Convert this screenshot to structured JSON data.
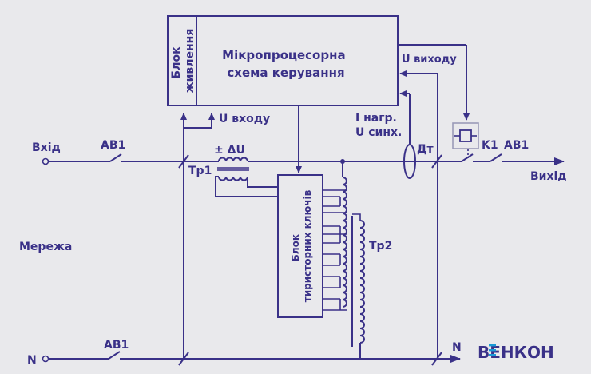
{
  "labels": {
    "mcu": [
      "Мікропроцесорна",
      "схема керування"
    ],
    "psu": [
      "Блок",
      "живлення"
    ],
    "u_in": "U входу",
    "u_out": "U виходу",
    "i_load": "I нагр.",
    "u_sync": "U синх.",
    "input": "Вхід",
    "output": "Вихід",
    "ab1_top": "AB1",
    "ab1_right": "AB1",
    "ab1_bottom": "AB1",
    "k1": "K1",
    "dt": "Дт",
    "delta_u": "± ΔU",
    "tr1": "Tp1",
    "tr2": "Tp2",
    "thyristor": [
      "Блок",
      "тиристорних ключів"
    ],
    "mains": "Мережа",
    "n_left": "N",
    "n_right": "N"
  },
  "logo": "ВЕНКОН",
  "colors": {
    "line": "#3a3188",
    "logo_accent": "#1a9ad6",
    "background": "#e9e9ec",
    "relay": "#9a9ab8"
  }
}
